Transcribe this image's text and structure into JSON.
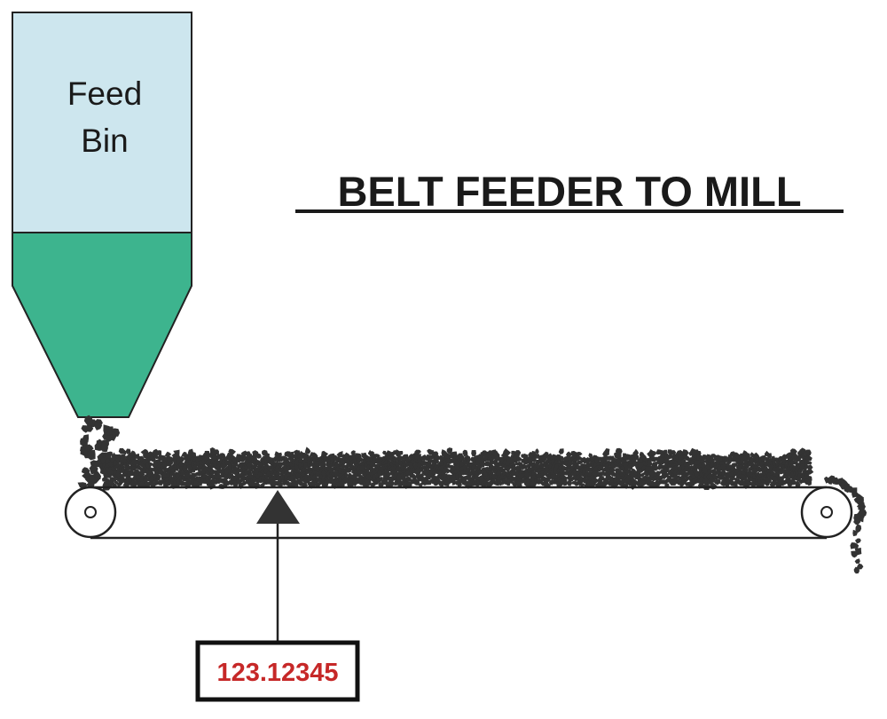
{
  "bin": {
    "label_line1": "Feed",
    "label_line2": "Bin",
    "empty_color": "#cde6ee",
    "material_color": "#3db48e"
  },
  "title": "BELT FEEDER TO MILL",
  "weigh_scale": {
    "reading": "123.12345",
    "reading_color": "#c62828"
  },
  "material_color": "#333333",
  "icons": [
    "head-pulley-icon",
    "tail-pulley-icon",
    "weigh-point-arrow-icon"
  ]
}
